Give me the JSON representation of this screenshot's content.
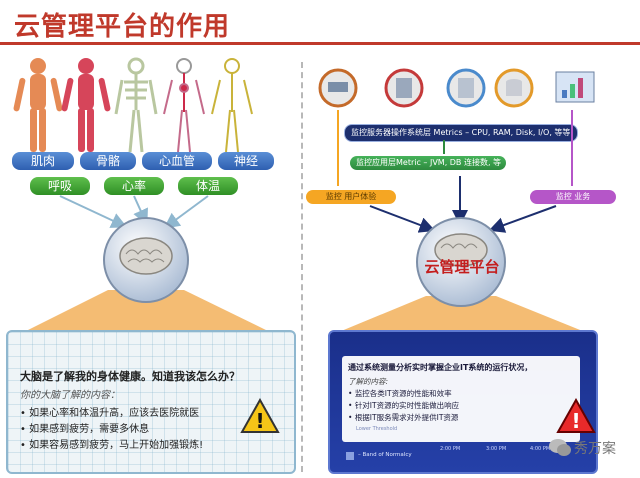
{
  "title": "云管理平台的作用",
  "left": {
    "organs": [
      "肌肉",
      "骨骼",
      "心血管",
      "神经"
    ],
    "vitals": [
      "呼吸",
      "心率",
      "体温"
    ],
    "panel": {
      "heading": "大脑是了解我的身体健康。知道我该怎么办？",
      "subheading": "你的大脑了解的内容：",
      "bullets": [
        "如果心率和体温升高，应该去医院就医",
        "如果感到疲劳，需要多休息",
        "如果容易感到疲劳，马上开始加强锻炼!"
      ]
    },
    "warning_symbol": "!"
  },
  "right": {
    "metric_bar1": "监控服务器操作系统层 Metrics – CPU, RAM, Disk, I/O, 等等.",
    "metric_bar2": "监控应用层Metric – JVM, DB 连接数, 等等.",
    "user_box": "监控 用户体验",
    "biz_box": "监控 业务",
    "brain_label": "云管理平台",
    "panel": {
      "heading": "通过系统测量分析实时掌握企业IT系统的运行状况，",
      "subheading": "了解的内容:",
      "bullets": [
        "监控各类IT资源的性能和效率",
        "针对IT资源的实时性能做出响应",
        "根据IT服务需求对外提供IT资源"
      ],
      "threshold": "Lower Threshold",
      "legend": "– Band of Normalcy",
      "ticks": [
        "2:00 PM",
        "3:00 PM",
        "4:00 PM"
      ]
    },
    "warning_symbol": "!"
  },
  "brand": "秀万案"
}
